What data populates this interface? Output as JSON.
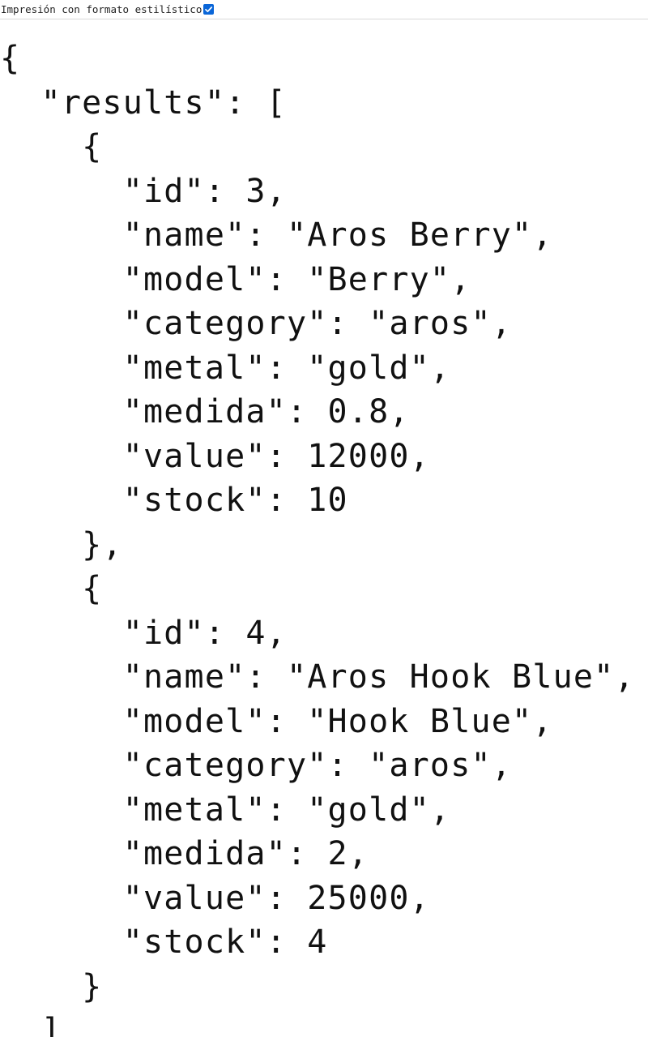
{
  "toolbar": {
    "pretty_print_label": "Impresión con formato estilístico",
    "pretty_print_checked": true,
    "checkbox_color": "#0a66d8"
  },
  "json_lines": [
    "{",
    "  \"results\": [",
    "    {",
    "      \"id\": 3,",
    "      \"name\": \"Aros Berry\",",
    "      \"model\": \"Berry\",",
    "      \"category\": \"aros\",",
    "      \"metal\": \"gold\",",
    "      \"medida\": 0.8,",
    "      \"value\": 12000,",
    "      \"stock\": 10",
    "    },",
    "    {",
    "      \"id\": 4,",
    "      \"name\": \"Aros Hook Blue\",",
    "      \"model\": \"Hook Blue\",",
    "      \"category\": \"aros\",",
    "      \"metal\": \"gold\",",
    "      \"medida\": 2,",
    "      \"value\": 25000,",
    "      \"stock\": 4",
    "    }",
    "  ]"
  ]
}
